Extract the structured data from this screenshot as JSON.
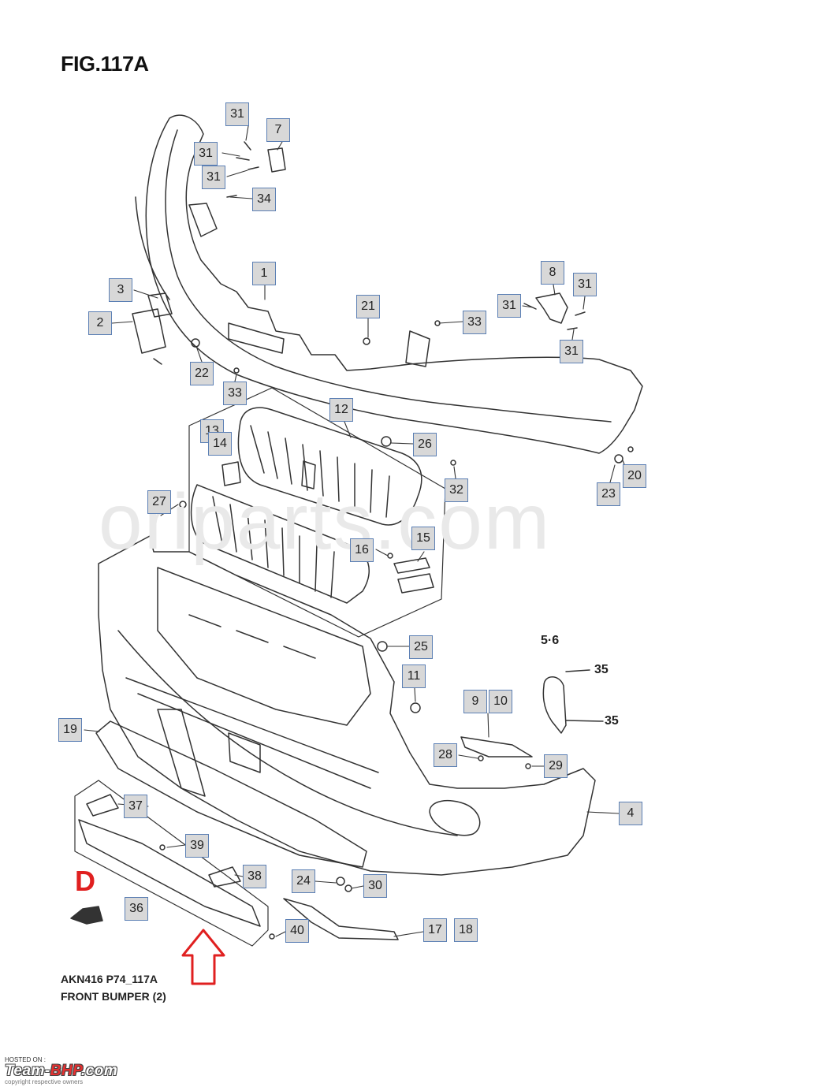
{
  "figure": {
    "title": "FIG.117A",
    "watermark": "oriparts.com",
    "marker_letter": "D",
    "caption_code": "AKN416 P74_117A",
    "caption_name": "FRONT BUMPER (2)"
  },
  "callouts": [
    {
      "id": "c31a",
      "label": "31"
    },
    {
      "id": "c7",
      "label": "7"
    },
    {
      "id": "c31b",
      "label": "31"
    },
    {
      "id": "c31c",
      "label": "31"
    },
    {
      "id": "c34",
      "label": "34"
    },
    {
      "id": "c1",
      "label": "1"
    },
    {
      "id": "c3",
      "label": "3"
    },
    {
      "id": "c2",
      "label": "2"
    },
    {
      "id": "c21",
      "label": "21"
    },
    {
      "id": "c33a",
      "label": "33"
    },
    {
      "id": "c8",
      "label": "8"
    },
    {
      "id": "c31d",
      "label": "31"
    },
    {
      "id": "c31e",
      "label": "31"
    },
    {
      "id": "c31f",
      "label": "31"
    },
    {
      "id": "c22",
      "label": "22"
    },
    {
      "id": "c33b",
      "label": "33"
    },
    {
      "id": "c12",
      "label": "12"
    },
    {
      "id": "c13",
      "label": "13"
    },
    {
      "id": "c14",
      "label": "14"
    },
    {
      "id": "c26",
      "label": "26"
    },
    {
      "id": "c32",
      "label": "32"
    },
    {
      "id": "c20",
      "label": "20"
    },
    {
      "id": "c23",
      "label": "23"
    },
    {
      "id": "c27",
      "label": "27"
    },
    {
      "id": "c16",
      "label": "16"
    },
    {
      "id": "c15",
      "label": "15"
    },
    {
      "id": "c25",
      "label": "25"
    },
    {
      "id": "c11",
      "label": "11"
    },
    {
      "id": "c9",
      "label": "9"
    },
    {
      "id": "c10",
      "label": "10"
    },
    {
      "id": "c19",
      "label": "19"
    },
    {
      "id": "c28",
      "label": "28"
    },
    {
      "id": "c29",
      "label": "29"
    },
    {
      "id": "c4",
      "label": "4"
    },
    {
      "id": "c37",
      "label": "37"
    },
    {
      "id": "c39",
      "label": "39"
    },
    {
      "id": "c38",
      "label": "38"
    },
    {
      "id": "c24",
      "label": "24"
    },
    {
      "id": "c30",
      "label": "30"
    },
    {
      "id": "c36",
      "label": "36"
    },
    {
      "id": "c40",
      "label": "40"
    },
    {
      "id": "c17",
      "label": "17"
    },
    {
      "id": "c18",
      "label": "18"
    }
  ],
  "plain_callouts": [
    {
      "id": "p56",
      "label": "5·6"
    },
    {
      "id": "p35a",
      "label": "35"
    },
    {
      "id": "p35b",
      "label": "35"
    }
  ],
  "footer": {
    "hosted_on": "HOSTED ON :",
    "logo_main": "Team-",
    "logo_accent": "BHP",
    "logo_suffix": ".com",
    "copyright": "copyright respective owners"
  }
}
